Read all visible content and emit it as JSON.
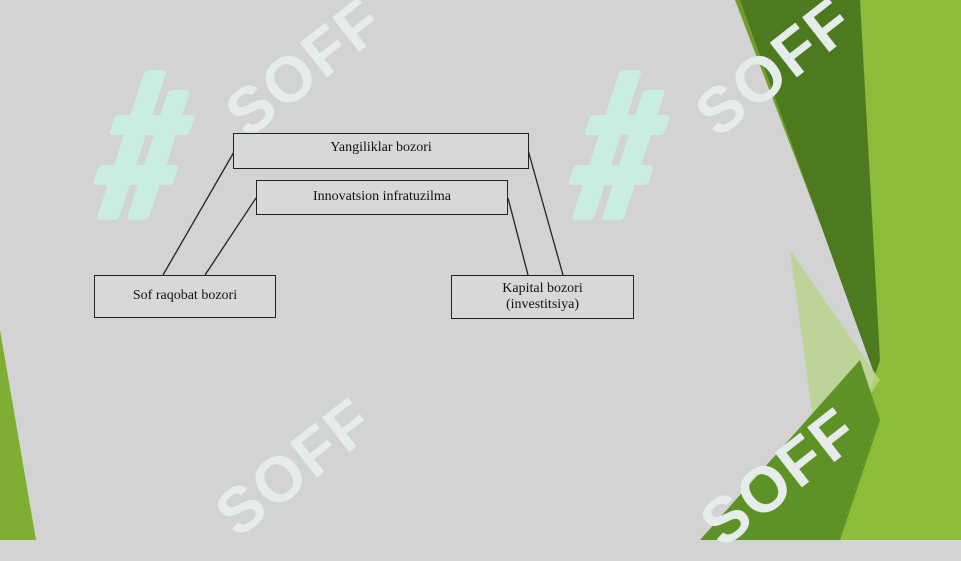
{
  "diagram": {
    "boxes": {
      "yangiliklar": "Yangiliklar  bozori",
      "innovatsion": "Innovatsion  infratuzilma",
      "sof": "Sof  raqobat  bozori",
      "kapital_line1": "Kapital  bozori",
      "kapital_line2": "(investitsiya)"
    }
  },
  "watermark": {
    "text": "SOFF",
    "color": "#c9f0e2"
  },
  "colors": {
    "background": "#d3d3d3",
    "green_light": "#8dbb3a",
    "green_mid": "#6f9f2a",
    "green_dark": "#4d7a1f"
  }
}
